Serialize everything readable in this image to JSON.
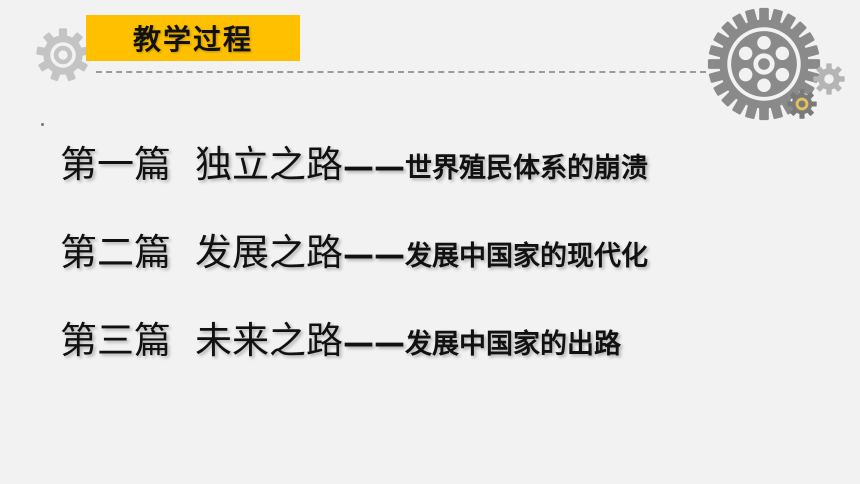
{
  "header": {
    "title": "教学过程"
  },
  "chapters": [
    {
      "num": "第一篇",
      "name": "独立之路",
      "dash": "——",
      "sub": "世界殖民体系的崩溃"
    },
    {
      "num": "第二篇",
      "name": "发展之路",
      "dash": "——",
      "sub": "发展中国家的现代化"
    },
    {
      "num": "第三篇",
      "name": "未来之路",
      "dash": "——",
      "sub": "发展中国家的出路"
    }
  ],
  "colors": {
    "accent": "#ffc000",
    "gear": "#9a9a9a",
    "background": "#f2f2f2",
    "gear_yellow": "#e0c060"
  },
  "icons": [
    "gear-icon-left",
    "gear-icon-large",
    "gear-icon-medium",
    "gear-icon-small"
  ]
}
